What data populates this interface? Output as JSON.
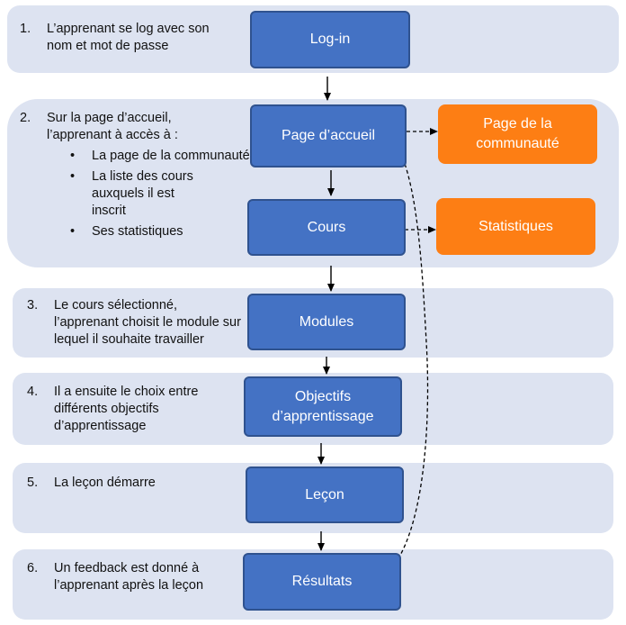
{
  "steps": [
    {
      "num": "1.",
      "text": "L’apprenant se log avec son nom et mot de passe"
    },
    {
      "num": "2.",
      "text": "Sur la page d’accueil, l’apprenant à accès à :",
      "bullets": [
        "La page de la communauté",
        "La liste des cours auxquels il est inscrit",
        "Ses statistiques"
      ]
    },
    {
      "num": "3.",
      "text": "Le cours sélectionné, l’apprenant choisit le module sur lequel il souhaite travailler"
    },
    {
      "num": "4.",
      "text": "Il a ensuite le choix entre différents objectifs d’apprentissage"
    },
    {
      "num": "5.",
      "text": "La leçon démarre"
    },
    {
      "num": "6.",
      "text": "Un feedback est donné à l’apprenant après la leçon"
    }
  ],
  "bullet_char": "•",
  "boxes": {
    "login": "Log-in",
    "accueil": "Page d’accueil",
    "cours": "Cours",
    "modules": "Modules",
    "objectifs": "Objectifs d’apprentissage",
    "lecon": "Leçon",
    "resultats": "Résultats",
    "communaute": "Page de la communauté",
    "statistiques": "Statistiques"
  },
  "colors": {
    "band": "#dde3f1",
    "box_blue": "#4472c4",
    "box_blue_border": "#2f528f",
    "box_orange": "#fd7e14"
  }
}
